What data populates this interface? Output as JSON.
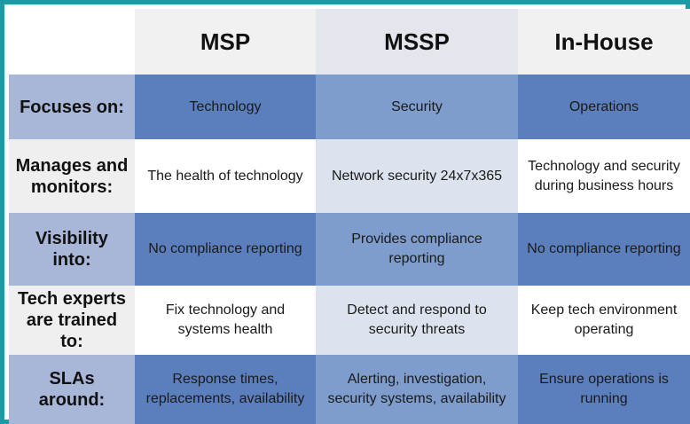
{
  "headers": {
    "msp": "MSP",
    "mssp": "MSSP",
    "inhouse": "In-House"
  },
  "rows": [
    {
      "label": "Focuses on:",
      "msp": "Technology",
      "mssp": "Security",
      "inhouse": "Operations"
    },
    {
      "label": "Manages and monitors:",
      "msp": "The health of technology",
      "mssp": "Network security 24x7x365",
      "inhouse": "Technology and security during business hours"
    },
    {
      "label": "Visibility into:",
      "msp": "No compliance reporting",
      "mssp": "Provides compliance reporting",
      "inhouse": "No compliance reporting"
    },
    {
      "label": "Tech experts are trained to:",
      "msp": "Fix technology and systems health",
      "mssp": "Detect and respond to security threats",
      "inhouse": "Keep tech environment operating"
    },
    {
      "label": "SLAs around:",
      "msp": "Response times, replacements, availability",
      "mssp": "Alerting, investigation, security systems, availability",
      "inhouse": "Ensure operations is running"
    }
  ],
  "colors": {
    "border": "#1c9aa5",
    "dark_row_msp": "#5b7fbd",
    "dark_row_mssp": "#7e9dcc",
    "dark_row_label": "#a8b6d8"
  }
}
